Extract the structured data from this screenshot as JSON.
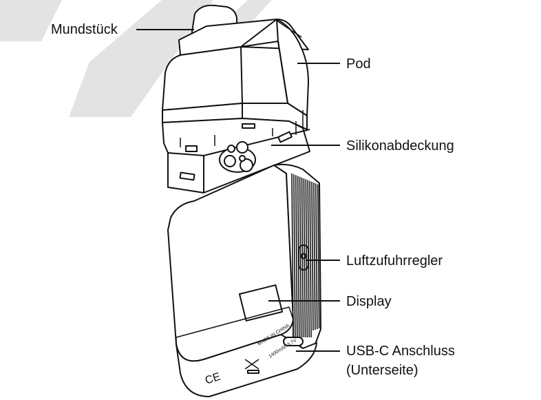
{
  "labels": {
    "mouthpiece": "Mundstück",
    "pod": "Pod",
    "silicone_cover": "Silikonabdeckung",
    "airflow_regulator": "Luftzufuhrregler",
    "display": "Display",
    "usb_port_line1": "USB-C Anschluss",
    "usb_port_line2": "(Unterseite)"
  },
  "device_markings": {
    "made_in": "MADE IN CHINA",
    "capacity": "1400mAh 3.7V"
  },
  "colors": {
    "line": "#111111",
    "watermark": "#e3e3e3",
    "device_fill": "#ffffff"
  }
}
